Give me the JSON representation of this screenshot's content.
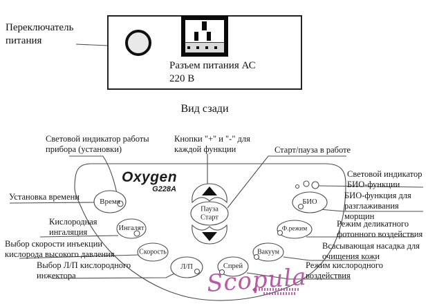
{
  "back_view": {
    "power_switch_label": "Переключатель\nпитания",
    "power_connector_label": "Разъем питания АС\n220 В",
    "caption": "Вид сзади"
  },
  "panel": {
    "brand": "Oxygen",
    "model": "G228A",
    "buttons": {
      "time": "Время",
      "inhale": "Ингалят",
      "speed": "Скорость",
      "lp": "Л/П",
      "pause_start": "Пауза\nСтарт",
      "spray": "Спрей",
      "vacuum": "Вакуум",
      "photo": "Ф.режим",
      "bio": "БИО"
    },
    "labels": {
      "work_indicator": "Световой индикатор работы\nприбора (установки)",
      "plus_minus": "Кнопки \"+\" и \"-\" для\nкаждой функции",
      "start_pause": "Старт/пауза в работе",
      "time_setting": "Установка времени",
      "oxygen_inhalation": "Кислородная\nингаляция",
      "injection_speed": "Выбор скорости инъекции\nкислорода высокого давления",
      "lp_selector": "Выбор Л/П кислородного\nинжектора",
      "bio_indicator": "Световой индикатор\nБИО-функции",
      "bio_function": "БИО-функция для\nразглаживания морщин",
      "photo_mode": "Режим деликатного\nфотонного воздействия",
      "suction": "Всасывающая насадка для\nочищения кожи",
      "oxygen_mode": "Режим кислородного\nвоздействия"
    }
  },
  "watermark": {
    "text": "Scopula",
    "color": "#b34d9e"
  },
  "colors": {
    "diagram_line": "#4b4b4b",
    "watermark": "#b34d9e"
  }
}
